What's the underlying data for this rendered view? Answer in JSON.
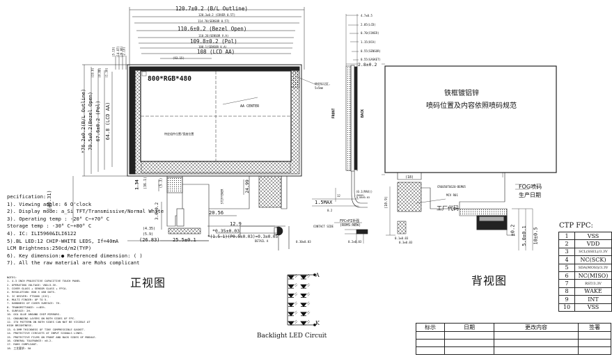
{
  "front_view": {
    "title": "正视图",
    "dims": {
      "outline_width": "120.7±0.2 (B/L Outline)",
      "cover_top": "120.3±0.2 (COVER 0.5T)",
      "sensor_top": "114.70(SENSOR 0.5T)",
      "bezel_open": "110.6±0.2 (Bezel Open)",
      "sensor_va": "110.26(SENSOR V.A)",
      "pol": "109.8±0.2 (Pol)",
      "sensor_va2": "108.1(SENSOR V.A)",
      "lcd_aa": "108 (LCD AA)",
      "small_dim": "(93.15)",
      "height_outline": "*76.2±0.2(B/L Outline)",
      "height_bezel": "70.5±0.2(Bezel Open)",
      "height_pol": "67.6±0.2 (Pol)",
      "height_lcd": "64.8 (LCD AA)",
      "left_dims": [
        "(5.19)",
        "(14.87)",
        "(28.86)",
        "(2.10)",
        "(1.30)",
        "(0.88)",
        "(19.8)"
      ],
      "h_dims_left": [
        "(36.1)",
        "(5.3)"
      ],
      "resolution": "800*RGB*480",
      "aa_center": "AA CENTER",
      "center_mark": "特定组件位置/宽度位置",
      "corner_note": "特定标记区,\n5x5mm",
      "dim_40_31": "(40.31)",
      "dim_1_34": "1.34",
      "dim_24_99": "24.99",
      "dim_20_56": "20.56",
      "dim_12_9": "12.9",
      "dim_4_35": "(4.35)",
      "dim_5_9": "(5.9)",
      "dim_0_35": "*0.35±0.03",
      "dim_pitch": "*(1.5-1)(P0.5±0.03)=0.3±0.05",
      "dim_bottom1": "(26.83)",
      "dim_bottom2": "25.5±0.1",
      "detail": "DETAIL A",
      "stiffener": "STIFFENER",
      "mark_3": "3.0±0.2",
      "pad": "0.30±0.03"
    },
    "spec_lines": [
      "pecification:",
      "1). Viewing angle: 6 O'clock",
      "2). Display mode: a_Si TFT/Transmissive/Normal White",
      "3). Operating temp : -20° C~+70° C",
      "    Storage temp : -30° C~+80° C",
      "4).  IC: ILI5960&ILI6122",
      "5).BL LED:12 CHIP-WHITE LEDS, If=40mA",
      "   LCM  Brightness:250cd/m2(TYP)",
      "6).  Key dimension:●  Referenced dimension: ( )",
      "7).  All the raw material are Rohs complicant"
    ],
    "notes_title": "NOTES:",
    "notes": [
      "1. 4.3 INCH PROJECTIVE CAPACITIVE TOUCH PANEL",
      "2. OPERATING VOLTAGE: VDD=3.3V.",
      "3. COVER GLASS + SENSOR GLASS + FPCA.",
      "4. RESOLUTION: 800 X 480 DOTS.",
      "5. IC DRIVER: FT5X06 (I2C).",
      "6. MULTI FINGER: UP TO 5.",
      "7. HARDNESS OF COVER SURFACE: 7H.",
      "8. TRANSMITTANCE: >=85%.",
      "9. SURFACE: 2H.",
      "10. OCA GLUE AROUND CHIP MIRRORS.",
      "11. GROUNDING LAYERS ON BOTH SIDES OF FPC.",
      "12. ITO PATTERN ON BOTH SIDES CAN NOT BE VISIBLE AT",
      "    HIGH BRIGHTNESS.",
      "13. 0.5MM THICKNESS OF TINY COMPRESSIBLE GASKET.",
      "14. PROTECTIVE CIRCUITS AT INPUT SIGNALS LINES.",
      "15. PROTECTIVE FILMS ON FRONT AND BACK SIDES OF MODULE.",
      "16. GENERAL TOLERANCE: ±0.2.",
      "17. ROHS COMPLIANT.",
      "18. 工艺要求: 50 "
    ]
  },
  "side_view": {
    "front_label": "FRONT",
    "back_label": "BACK",
    "top_dims": [
      "4.7±0.5",
      "2.05(LCD)",
      "0.70(COVER)",
      "1.15(OCA)",
      "0.55(SENSOR)",
      "0.55(GASKET)",
      "2.8±0.2"
    ],
    "max_label": "1.5MAX",
    "contact_side": "CONTACT SIDE",
    "fpc_label": "FPC+PI补强\n(ROHS:NEW)",
    "tape": "0.2±0.03",
    "dims_right": [
      "(0.1(MAX))",
      "(ROHS)"
    ],
    "dim_12": "12",
    "gap": "0.2",
    "thick": "0.08±0.03"
  },
  "back_view": {
    "title": "背视图",
    "text1": "铁框镀铝锌",
    "text2": "喷码位置及内容依照喷码规范",
    "bottom_code": "CR6050T6620-BEM05",
    "mcv": "MCV R01",
    "fog_label": "FOG喷码\n生产日期",
    "factory_code": "工厂代码",
    "dim_18": "(18)",
    "dim_109": "(10.9)",
    "right_dims": [
      "±0.2",
      "10±0.5",
      "5.0±0.1"
    ],
    "dims_bottom": [
      "0.1±0.03",
      "0.3±0.03"
    ]
  },
  "led": {
    "anode": "A",
    "cathode": "K",
    "title": "Backlight LED Circuit",
    "count": 6
  },
  "ctp": {
    "title": "CTP FPC:",
    "pins": [
      {
        "num": "1",
        "sig": "VSS",
        "small": false
      },
      {
        "num": "2",
        "sig": "VDD",
        "small": false
      },
      {
        "num": "3",
        "sig": "SCL(SSEL)/3.3V",
        "small": true
      },
      {
        "num": "4",
        "sig": "NC(SCK)",
        "small": false
      },
      {
        "num": "5",
        "sig": "SDA(MOSI)/3.3V",
        "small": true
      },
      {
        "num": "6",
        "sig": "NC(MISO)",
        "small": false
      },
      {
        "num": "7",
        "sig": "RST/3.3V",
        "small": true
      },
      {
        "num": "8",
        "sig": "WAKE",
        "small": false
      },
      {
        "num": "9",
        "sig": "INT",
        "small": false
      },
      {
        "num": "10",
        "sig": "VSS",
        "small": false
      }
    ]
  },
  "revision": {
    "headers": [
      "标示",
      "日期",
      "更改内容",
      "签署"
    ],
    "rows": 3
  },
  "colors": {
    "line": "#222222",
    "hatch": "#444444",
    "dark": "#111111"
  }
}
